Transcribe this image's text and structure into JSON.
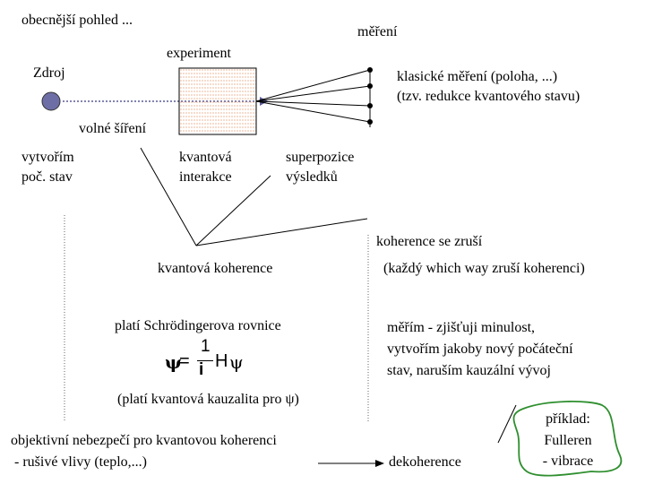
{
  "labels": {
    "general_view": "obecnější pohled ...",
    "measurement": "měření",
    "experiment": "experiment",
    "source": "Zdroj",
    "classical_line1": "klasické měření (poloha, ...)",
    "classical_line2": "(tzv. redukce kvantového stavu)",
    "free_propagation": "volné šíření",
    "create_state_line1": "vytvořím",
    "create_state_line2": "poč. stav",
    "quantum_interaction_line1": "kvantová",
    "quantum_interaction_line2": "interakce",
    "superposition_line1": "superpozice",
    "superposition_line2": "výsledků",
    "coherence_cancel": "koherence se zruší",
    "quantum_coherence": "kvantová koherence",
    "which_way": "(každý which way zruší koherenci)",
    "schrodinger": "platí Schrödingerova rovnice",
    "measure_line1": "měřím - zjišťuji minulost,",
    "measure_line2": "vytvořím jakoby nový počáteční",
    "measure_line3": "stav, naruším kauzální vývoj",
    "causality": "(platí kvantová kauzalita pro ψ)",
    "danger_line1": "objektivní nebezpečí pro kvantovou koherenci",
    "danger_line2": " - rušivé vlivy (teplo,...)",
    "decoherence": "dekoherence",
    "example_line1": "příklad:",
    "example_line2": "Fulleren",
    "example_line3": "- vibrace"
  },
  "equation": {
    "lhs": "ψ",
    "equals": "=",
    "numerator": "1",
    "denominator": "i",
    "operator": "H",
    "rhs": "ψ"
  },
  "colors": {
    "source_fill": "#6e6ea6",
    "example_outline": "#2f8f2f",
    "experiment_hatch": "#e8a37a"
  }
}
